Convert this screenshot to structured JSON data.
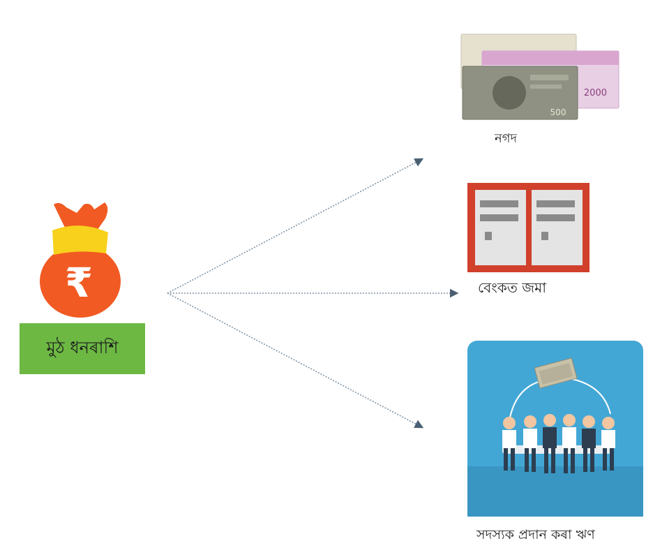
{
  "source": {
    "label": "মুঠ ধনৰাশি",
    "icon": "money-bag-rupee-icon",
    "bag_color": "#f15a22",
    "label_box_color": "#6cb843"
  },
  "targets": [
    {
      "label": "নগদ",
      "icon": "currency-notes-icon"
    },
    {
      "label": "বেংকত জমা",
      "icon": "bank-deposit-icon",
      "color": "#d0402b"
    },
    {
      "label": "সদস্যক প্ৰদান কৰা ঋণ",
      "icon": "group-loan-icon",
      "color": "#43a7d6"
    }
  ]
}
